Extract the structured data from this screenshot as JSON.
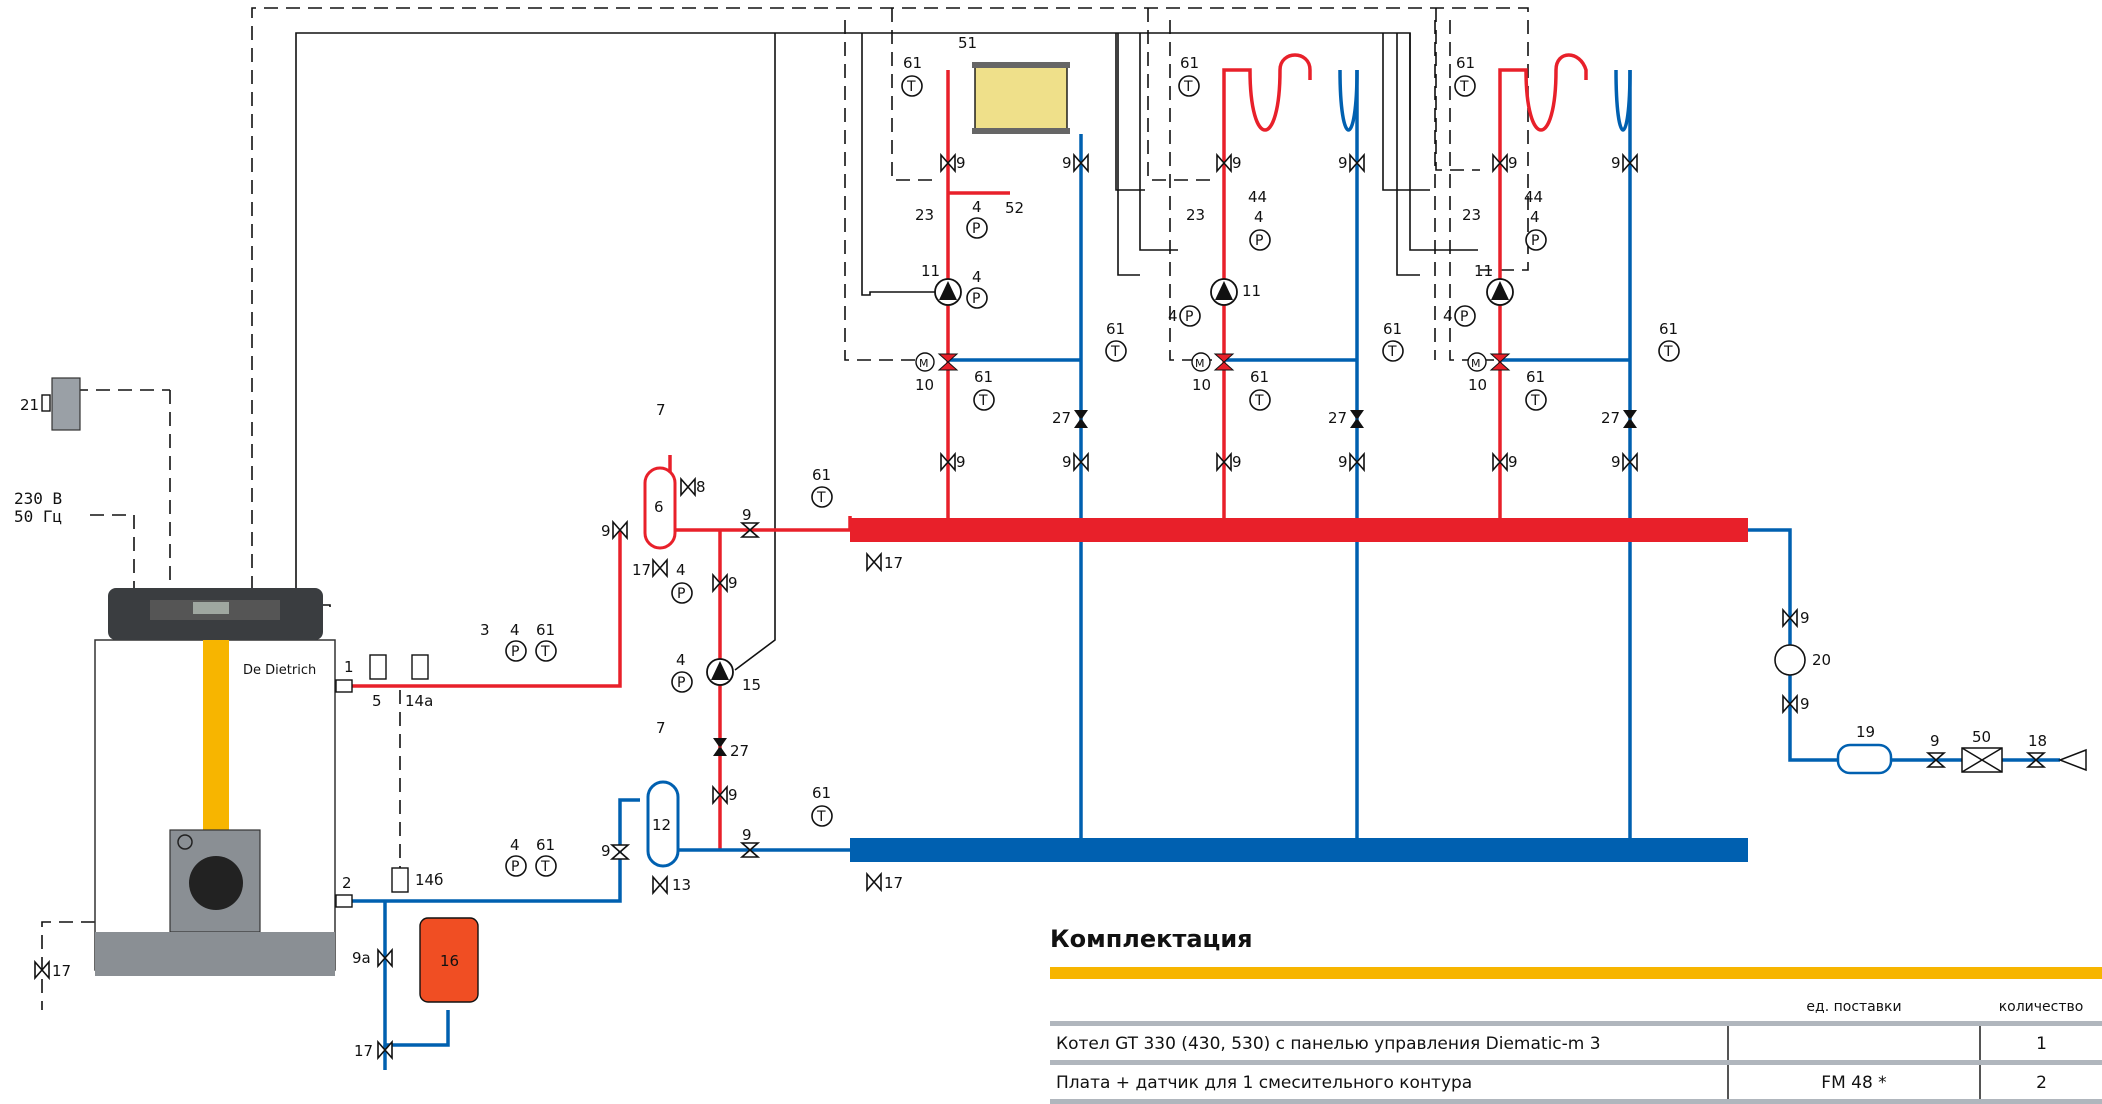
{
  "labels": {
    "n21": "21",
    "supply_voltage": "230 В",
    "supply_freq": "50 Гц",
    "n1": "1",
    "n2": "2",
    "n3": "3",
    "n4": "4",
    "n5": "5",
    "n6": "6",
    "n7": "7",
    "n8": "8",
    "n9": "9",
    "n9a": "9a",
    "n10": "10",
    "n11": "11",
    "n12": "12",
    "n13": "13",
    "n14a": "14a",
    "n14b": "14б",
    "n15": "15",
    "n16": "16",
    "n17": "17",
    "n18": "18",
    "n19": "19",
    "n20": "20",
    "n23": "23",
    "n27": "27",
    "n44": "44",
    "n50": "50",
    "n51": "51",
    "n52": "52",
    "n61": "61"
  },
  "symbols": {
    "temp": "T",
    "pressure": "P",
    "motor": "M"
  },
  "brand": "De Dietrich",
  "colors": {
    "hot": "#e8202a",
    "cold": "#0060b0",
    "boiler_stripe": "#f7b500",
    "expansion_tank": "#f04e23"
  },
  "spec": {
    "title": "Комплектация",
    "headers": [
      "",
      "ед. поставки",
      "количество"
    ],
    "rows": [
      [
        "Котел GT 330 (430, 530) с панелью управления Diematic-m 3",
        "",
        "1"
      ],
      [
        "Плата + датчик для 1 смесительного контура",
        "FM 48 *",
        "2"
      ]
    ]
  }
}
